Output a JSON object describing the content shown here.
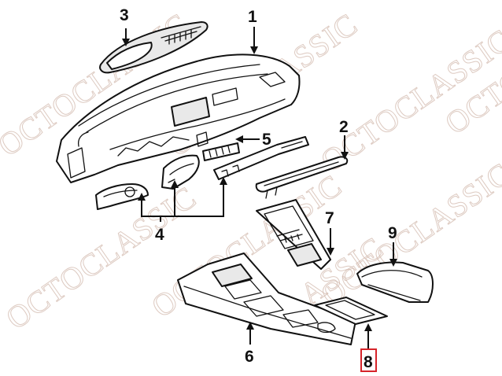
{
  "callouts": {
    "c1": "1",
    "c2": "2",
    "c3": "3",
    "c4": "4",
    "c5": "5",
    "c6": "6",
    "c7": "7",
    "c8": "8",
    "c9": "9"
  },
  "highlighted_callout": "8",
  "watermark": {
    "text": "OCTOCLASSIC",
    "fragment_start": "CLASSIC",
    "fragment_end": "OCTO"
  },
  "colors": {
    "line": "#111111",
    "highlight": "#d6242a",
    "watermark": "#d2b9ad"
  }
}
